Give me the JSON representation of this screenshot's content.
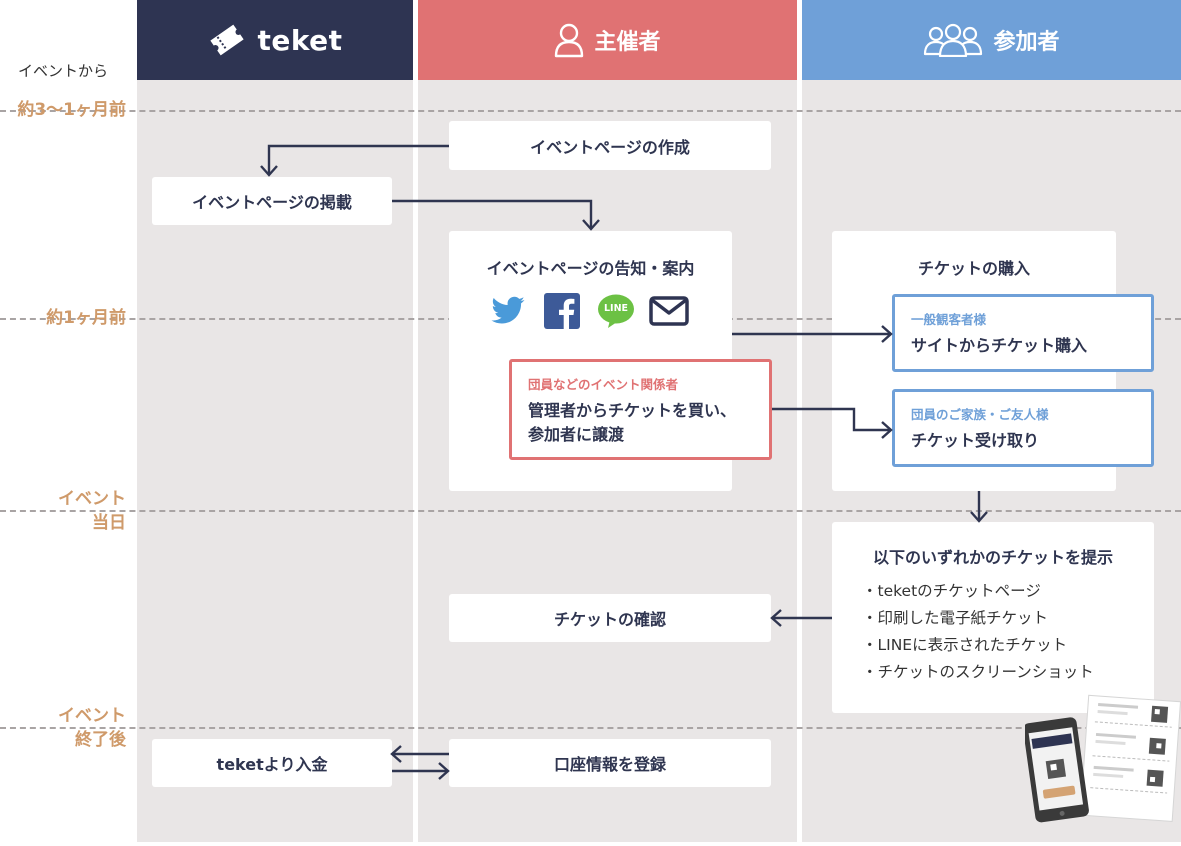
{
  "header": {
    "teket": {
      "label": "teket",
      "color": "#2e3452"
    },
    "organizer": {
      "label": "主催者",
      "color": "#e07273"
    },
    "participant": {
      "label": "参加者",
      "color": "#6fa0d8"
    }
  },
  "timeline": {
    "from_label": "イベントから",
    "t1": "約3〜1ヶ月前",
    "t2": "約1ヶ月前",
    "t3a": "イベント",
    "t3b": "当日",
    "t4a": "イベント",
    "t4b": "終了後",
    "label_color": "#cf9a6a"
  },
  "steps": {
    "create_page": "イベントページの作成",
    "publish_page": "イベントページの掲載",
    "announce": {
      "title": "イベントページの告知・案内",
      "icons": [
        "twitter-icon",
        "facebook-icon",
        "line-icon",
        "mail-icon"
      ],
      "line_text": "LINE"
    },
    "member_card": {
      "small": "団員などのイベント関係者",
      "line1": "管理者からチケットを買い、",
      "line2": "参加者に譲渡"
    },
    "purchase": {
      "title": "チケットの購入",
      "general": {
        "small": "一般観客者様",
        "main": "サイトからチケット購入"
      },
      "family": {
        "small": "団員のご家族・ご友人様",
        "main": "チケット受け取り"
      }
    },
    "present": {
      "title": "以下のいずれかのチケットを提示",
      "items": [
        "・teketのチケットページ",
        "・印刷した電子紙チケット",
        "・LINEに表示されたチケット",
        "・チケットのスクリーンショット"
      ]
    },
    "confirm": "チケットの確認",
    "payment": "teketより入金",
    "register_account": "口座情報を登録"
  },
  "colors": {
    "navy": "#2e3452",
    "arrow": "#2f3550",
    "blue": "#6fa0d8",
    "red": "#e07273",
    "background": "#e9e6e6"
  }
}
